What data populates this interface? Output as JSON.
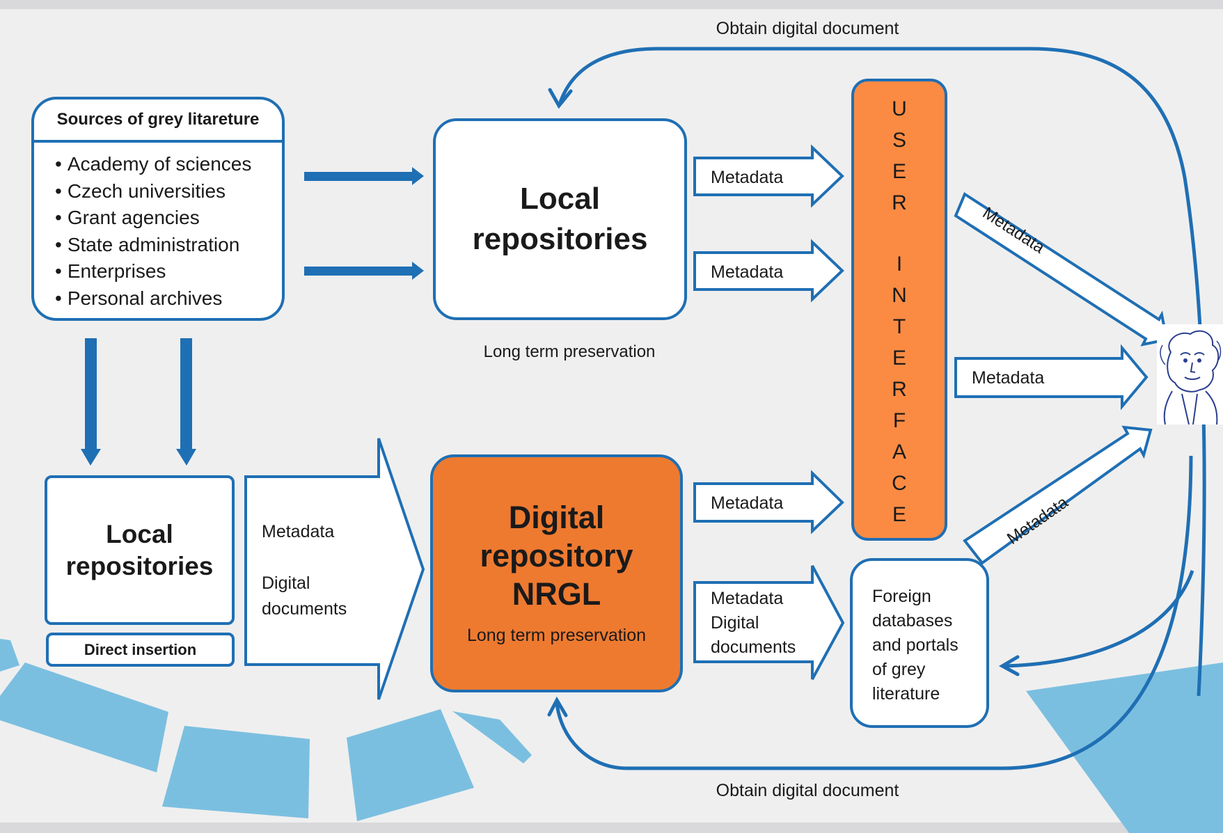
{
  "sources": {
    "title": "Sources of grey litareture",
    "items": [
      "Academy of sciences",
      "Czech universities",
      "Grant agencies",
      "State administration",
      "Enterprises",
      "Personal archives"
    ]
  },
  "local_repositories_top": {
    "line1": "Local",
    "line2": "repositories"
  },
  "local_repositories_top_caption": "Long term preservation",
  "local_repositories_left": {
    "line1": "Local",
    "line2": "repositories"
  },
  "direct_insertion": "Direct insertion",
  "big_arrow": {
    "line1": "Metadata",
    "line2": "Digital",
    "line3": "documents"
  },
  "nrgl": {
    "line1": "Digital",
    "line2": "repository",
    "line3": "NRGL",
    "caption": "Long term preservation"
  },
  "user_interface_letters": [
    "U",
    "S",
    "E",
    "R",
    "",
    "I",
    "N",
    "T",
    "E",
    "R",
    "F",
    "A",
    "C",
    "E"
  ],
  "arrow_labels": {
    "local_to_ui_1": "Metadata",
    "local_to_ui_2": "Metadata",
    "nrgl_to_ui": "Metadata",
    "nrgl_to_foreign": {
      "line1": "Metadata",
      "line2": "Digital",
      "line3": "documents"
    },
    "ui_to_user_top": "Metadata",
    "ui_to_user_mid": "Metadata",
    "ui_to_user_bottom": "Metadata"
  },
  "foreign": {
    "line1": "Foreign",
    "line2": "databases",
    "line3": "and portals",
    "line4": "of grey",
    "line5": "literature"
  },
  "obtain_top": "Obtain digital document",
  "obtain_bottom": "Obtain digital document",
  "colors": {
    "blue": "#1f6fb4",
    "orange": "#ee7a30",
    "ui_orange": "#fb8b43",
    "decor": "#7bbfe0"
  },
  "icons": {
    "user": "user-portrait-icon"
  }
}
